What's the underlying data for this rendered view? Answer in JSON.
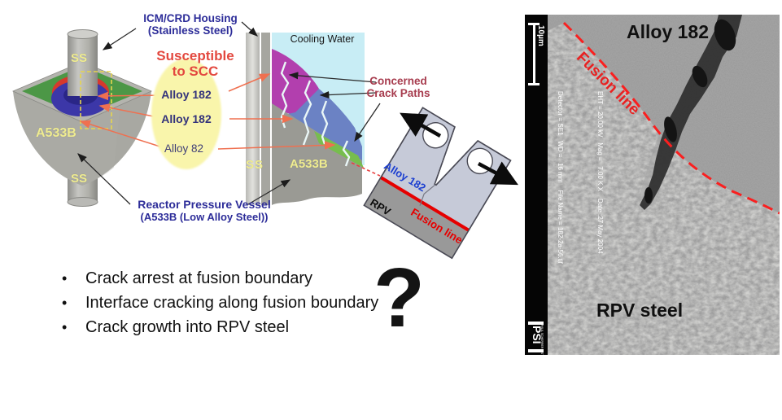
{
  "annotations": {
    "housing_line1": "ICM/CRD Housing",
    "housing_line2": "(Stainless Steel)",
    "susceptible_line1": "Susceptible",
    "susceptible_line2": "to SCC",
    "alloy182_top": "Alloy 182",
    "alloy182_mid": "Alloy 182",
    "alloy82": "Alloy 82",
    "rpv_line1": "Reactor Pressure Vessel",
    "rpv_line2": "(A533B (Low Alloy Steel))",
    "concerned_line1": "Concerned",
    "concerned_line2": "Crack Paths"
  },
  "left_diagram": {
    "ss_top": "SS",
    "a533b": "A533B",
    "ss_bottom": "SS"
  },
  "cross_section": {
    "cooling_water": "Cooling Water",
    "ss": "SS",
    "a533b": "A533B"
  },
  "specimen": {
    "alloy": "Alloy 182",
    "fusion": "Fusion line",
    "rpv": "RPV"
  },
  "bullets": {
    "items": [
      "Crack arrest at fusion boundary",
      "Interface cracking along fusion boundary",
      "Crack growth into RPV steel"
    ],
    "question": "?"
  },
  "sem": {
    "title": "Alloy 182",
    "fusion": "Fusion line",
    "rpv": "RPV steel",
    "scale_label": "10µm",
    "meta_top": "EHT = 20.00 kV   Mag =   7.00 K X    Date :27 May 2004",
    "meta_bottom": "Detector = SE1   WD =   16 mm    File Name = 182-2a-56.tif",
    "logo": "PSI",
    "logo_caption": "PAUL SCHERRER INSTITUT"
  },
  "colors": {
    "label_blue": "#2d2d99",
    "susceptible_red": "#e3483f",
    "concerned_crimson": "#a73c4e",
    "arrow_orange": "#ef7050",
    "fusion_red": "#e60000",
    "sem_fusion_red": "#fa1f1f",
    "cladding_green": "#4c9746",
    "weld_blue_ring": "#3c37a8",
    "weld_red_ring": "#d6392d",
    "cs_magenta": "#b23fae",
    "cs_blue": "#6b82c4",
    "cs_cyan": "#c8edf5",
    "cs_green": "#77bd4e"
  }
}
